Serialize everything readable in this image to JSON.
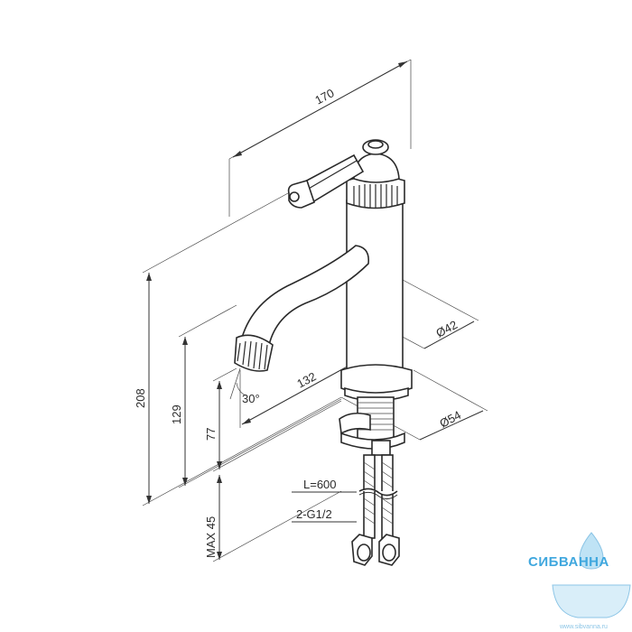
{
  "dimensions": {
    "overall_length": "170",
    "overall_height": "208",
    "spout_height": "129",
    "spout_clearance": "77",
    "spout_reach": "132",
    "spout_angle": "30°",
    "body_diameter": "Ø42",
    "base_diameter": "Ø54",
    "max_thickness": "MAX 45"
  },
  "hose_labels": {
    "length": "L=600",
    "connection": "2-G1/2"
  },
  "watermark": {
    "brand": "СИБВАННА",
    "url": "www.sibvanna.ru",
    "color": "#3fa7de"
  }
}
